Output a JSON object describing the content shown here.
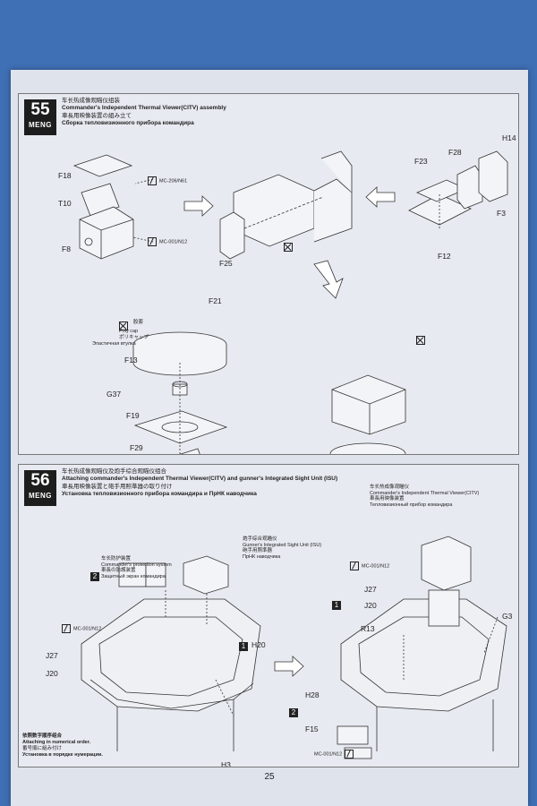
{
  "page_number": "25",
  "step55": {
    "number": "55",
    "brand": "MENG",
    "title_cn": "车长热成像观瞄仪组装",
    "title_en": "Commander's Independent Thermal Viewer(CITV) assembly",
    "title_jp": "車長用映像装置の組み立て",
    "title_ru": "Сборка тепловизионного прибора командира",
    "parts": {
      "f18": "F18",
      "t10": "T10",
      "f8": "F8",
      "f25": "F25",
      "f23": "F23",
      "f28": "F28",
      "h14": "H14",
      "f3": "F3",
      "f12": "F12",
      "f21": "F21",
      "f13": "F13",
      "g37": "G37",
      "f19": "F19",
      "f29": "F29"
    },
    "tools": {
      "mc206": "MC-206/N61",
      "mc001": "MC-001/N12"
    },
    "polycap_cn": "胶套",
    "polycap_en": "Poly cap",
    "polycap_jp": "ポリキャップ",
    "polycap_ru": "Эластичная втулка"
  },
  "step56": {
    "number": "56",
    "brand": "MENG",
    "title_cn": "车长热成像观瞄仪及炮手综合观瞄仪组合",
    "title_en": "Attaching commander's Independent Thermal Viewer(CITV) and gunner's Integrated Sight Unit (ISU)",
    "title_jp": "車長用映像装置と砲手用照準器の取り付け",
    "title_ru": "Установка тепловизионного прибора командира и ПрНК наводчика",
    "protection_cn": "车长防护装置",
    "protection_en": "Commander's protection system",
    "protection_jp": "車長の防護装置",
    "protection_ru": "Защитный экран командира",
    "isu_cn": "炮手综合观瞄仪",
    "isu_en": "Gunner's Integrated Sight Unit (ISU)",
    "isu_jp": "砲手用照準器",
    "isu_ru": "ПрНК наводчика",
    "citv_cn": "车长热成像观瞄仪",
    "citv_en": "Commander's Independent Thermal Viewer(CITV)",
    "citv_jp": "車長用映像装置",
    "citv_ru": "Тепловизионный прибор командира",
    "parts": {
      "h20": "H20",
      "j27": "J27",
      "j20": "J20",
      "h3": "H3",
      "h28": "H28",
      "f15": "F15",
      "r13": "R13",
      "g3": "G3",
      "j27b": "J27",
      "j20b": "J20"
    },
    "tools": {
      "mc001a": "MC-001/N12",
      "mc001b": "MC-001/N12",
      "mc001c": "MC-001/N12"
    },
    "order_nums": {
      "one": "1",
      "two": "2",
      "one_b": "1",
      "two_b": "2"
    },
    "legend_cn": "依照数字顺序组合",
    "legend_en": "Attaching in numerical order.",
    "legend_jp": "番号順に組み付け",
    "legend_ru": "Установка в порядке нумерации."
  }
}
